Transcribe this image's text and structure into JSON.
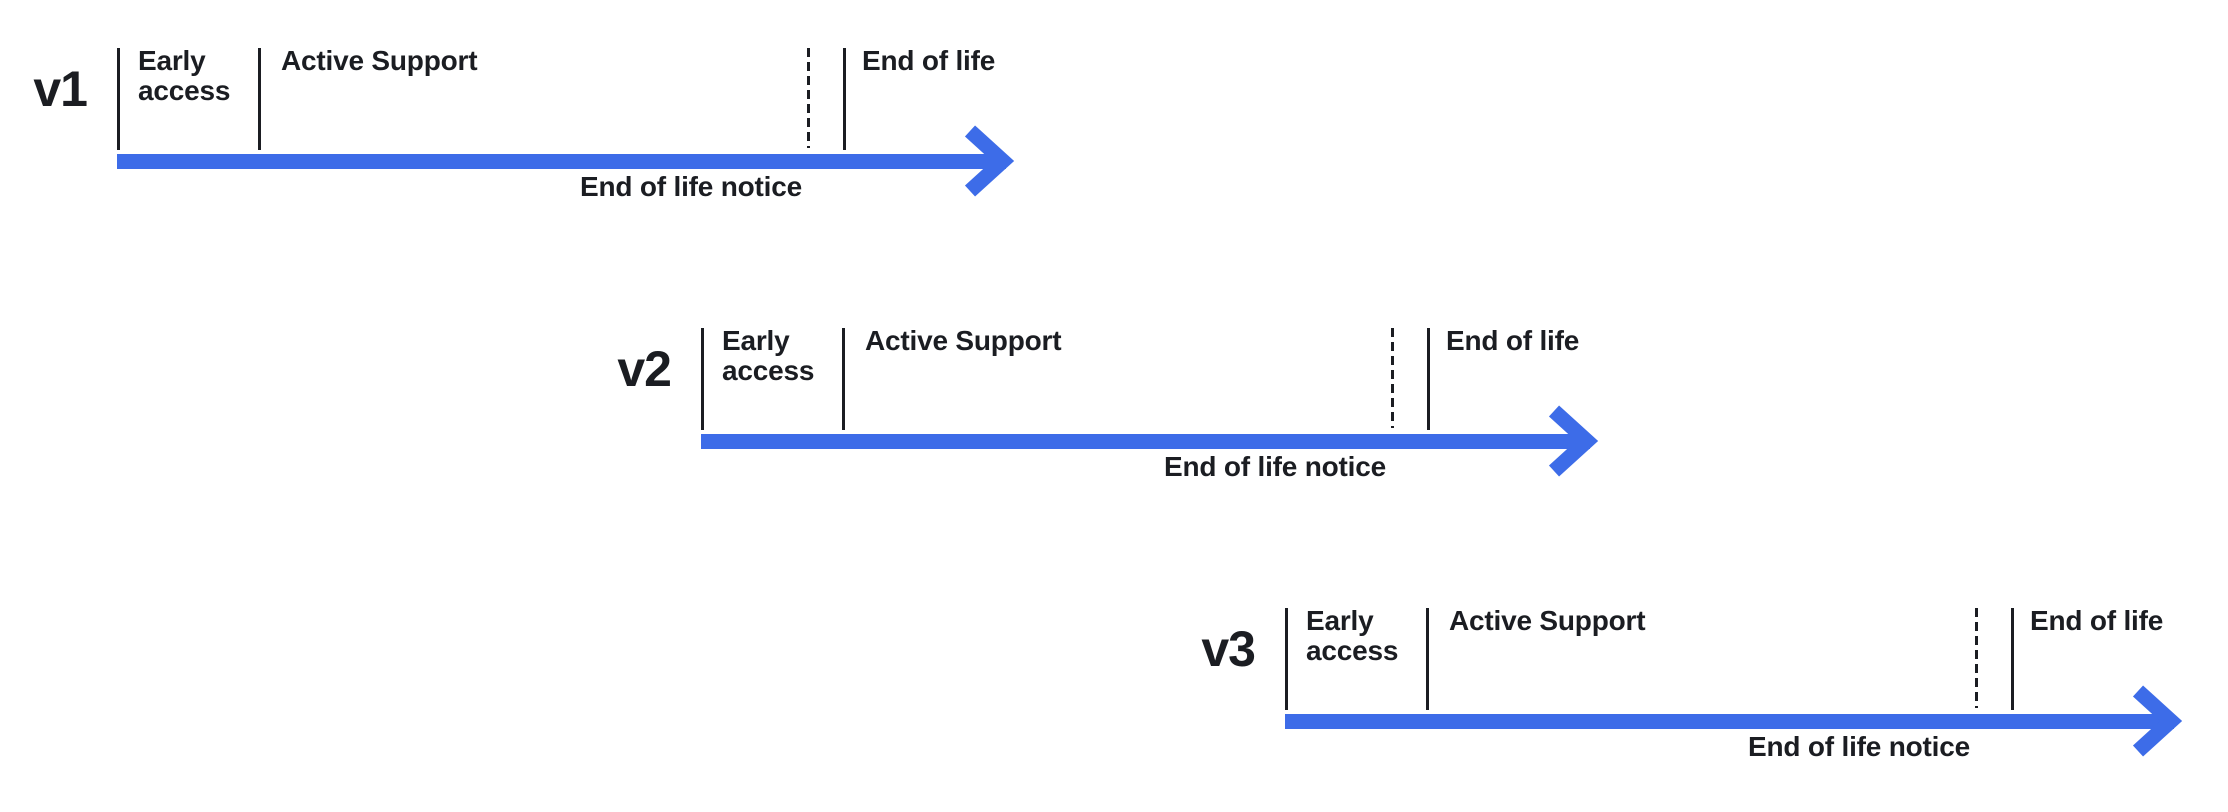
{
  "colors": {
    "arrow": "#3D6CE8",
    "ink": "#1B1D22",
    "bg": "#FFFFFF"
  },
  "timelines": [
    {
      "version": "v1",
      "early_access_label": "Early access",
      "active_support_label": "Active Support",
      "end_of_life_label": "End of life",
      "end_of_life_notice_label": "End of life notice"
    },
    {
      "version": "v2",
      "early_access_label": "Early access",
      "active_support_label": "Active Support",
      "end_of_life_label": "End of life",
      "end_of_life_notice_label": "End of life notice"
    },
    {
      "version": "v3",
      "early_access_label": "Early access",
      "active_support_label": "Active Support",
      "end_of_life_label": "End of life",
      "end_of_life_notice_label": "End of life notice"
    }
  ]
}
